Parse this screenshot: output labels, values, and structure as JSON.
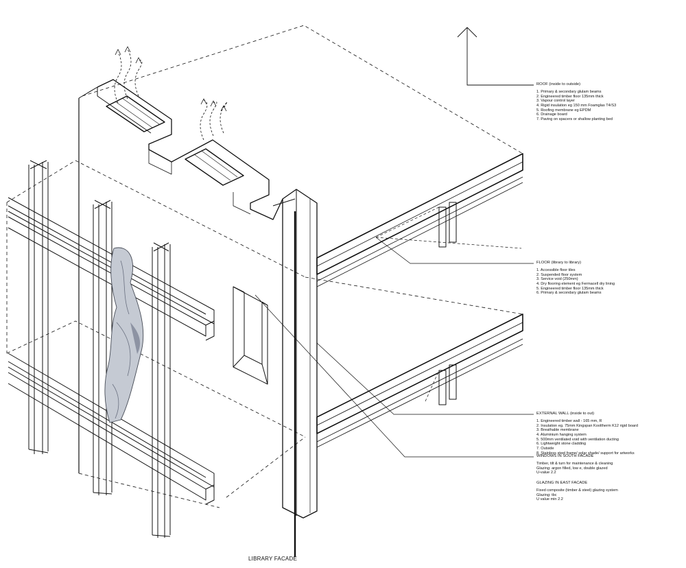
{
  "caption": "LIBRARY FACADE",
  "annotations": {
    "roof": {
      "heading": "ROOF (inside to outside)",
      "items": [
        "1. Primary & secondary glulam beams",
        "2. Engineered timber floor 135mm thick",
        "3. Vapour control layer",
        "4. Rigid insulation eg 150 mm Foamglas T4/S3",
        "5. Roofing membrane eg EPDM",
        "6. Drainage board",
        "7. Paving on spacers or shallow planting bed"
      ]
    },
    "floor": {
      "heading": "FLOOR (library to library)",
      "items": [
        "1. Accessible floor tiles",
        "2. Suspended floor system",
        "3. Service void (250mm)",
        "4. Dry flooring element eg Fermacell dry lining",
        "5. Engineered timber floor 135mm thick",
        "6. Primary & secondary glulam beams"
      ]
    },
    "external_wall": {
      "heading": "EXTERNAL WALL (inside to out)",
      "items": [
        "1. Engineered timber wall - 165 mm, R",
        "2. Insulation eg. 75mm Kingspan Kooltherm K12 rigid board",
        "3. Breathable membrane",
        "4. Aluminium hanging system",
        "5. 500mm ventilated void with ventilation ducting",
        "6. Lightweight stone cladding",
        "7. Outside",
        "8. Stainless steel frame/ solar shade/ support for artworks"
      ]
    },
    "windows_south": {
      "heading": "WINDOWS IN SOUTH FACADE",
      "items": [
        "Timber, tilt & turn for maintenance & cleaning",
        "Glazing: argon filled, low e, double glazed",
        "U-value 2.2"
      ]
    },
    "glazing_east": {
      "heading": "GLAZING IN EAST FACADE",
      "items": [
        "Fixed composite (timber & steel) glazing system",
        "Glazing: tbc",
        "U value min 2.2"
      ]
    }
  }
}
